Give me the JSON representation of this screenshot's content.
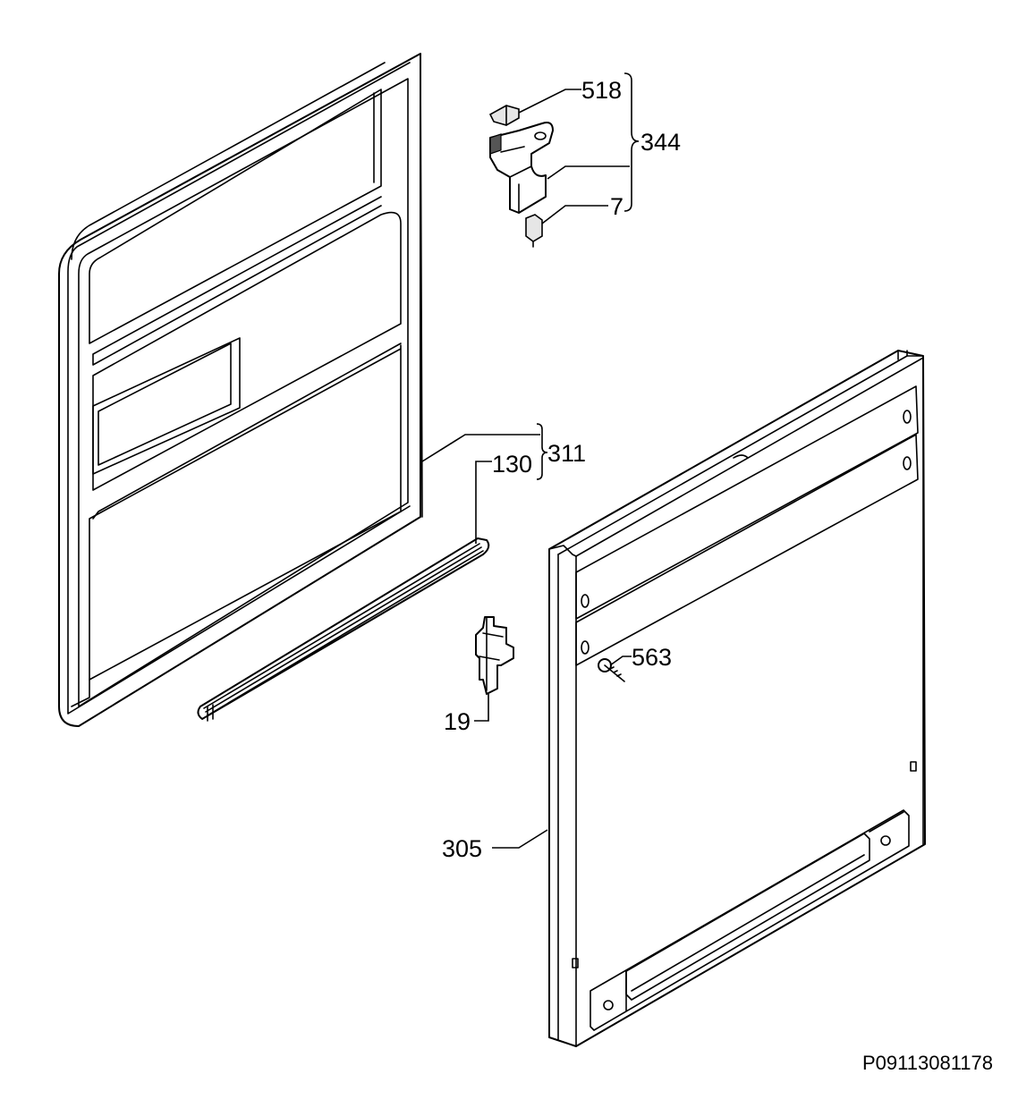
{
  "labels": {
    "p518": "518",
    "p344": "344",
    "p7": "7",
    "p311": "311",
    "p130": "130",
    "p19": "19",
    "p563": "563",
    "p305": "305"
  },
  "reference_code": "P09113081178"
}
